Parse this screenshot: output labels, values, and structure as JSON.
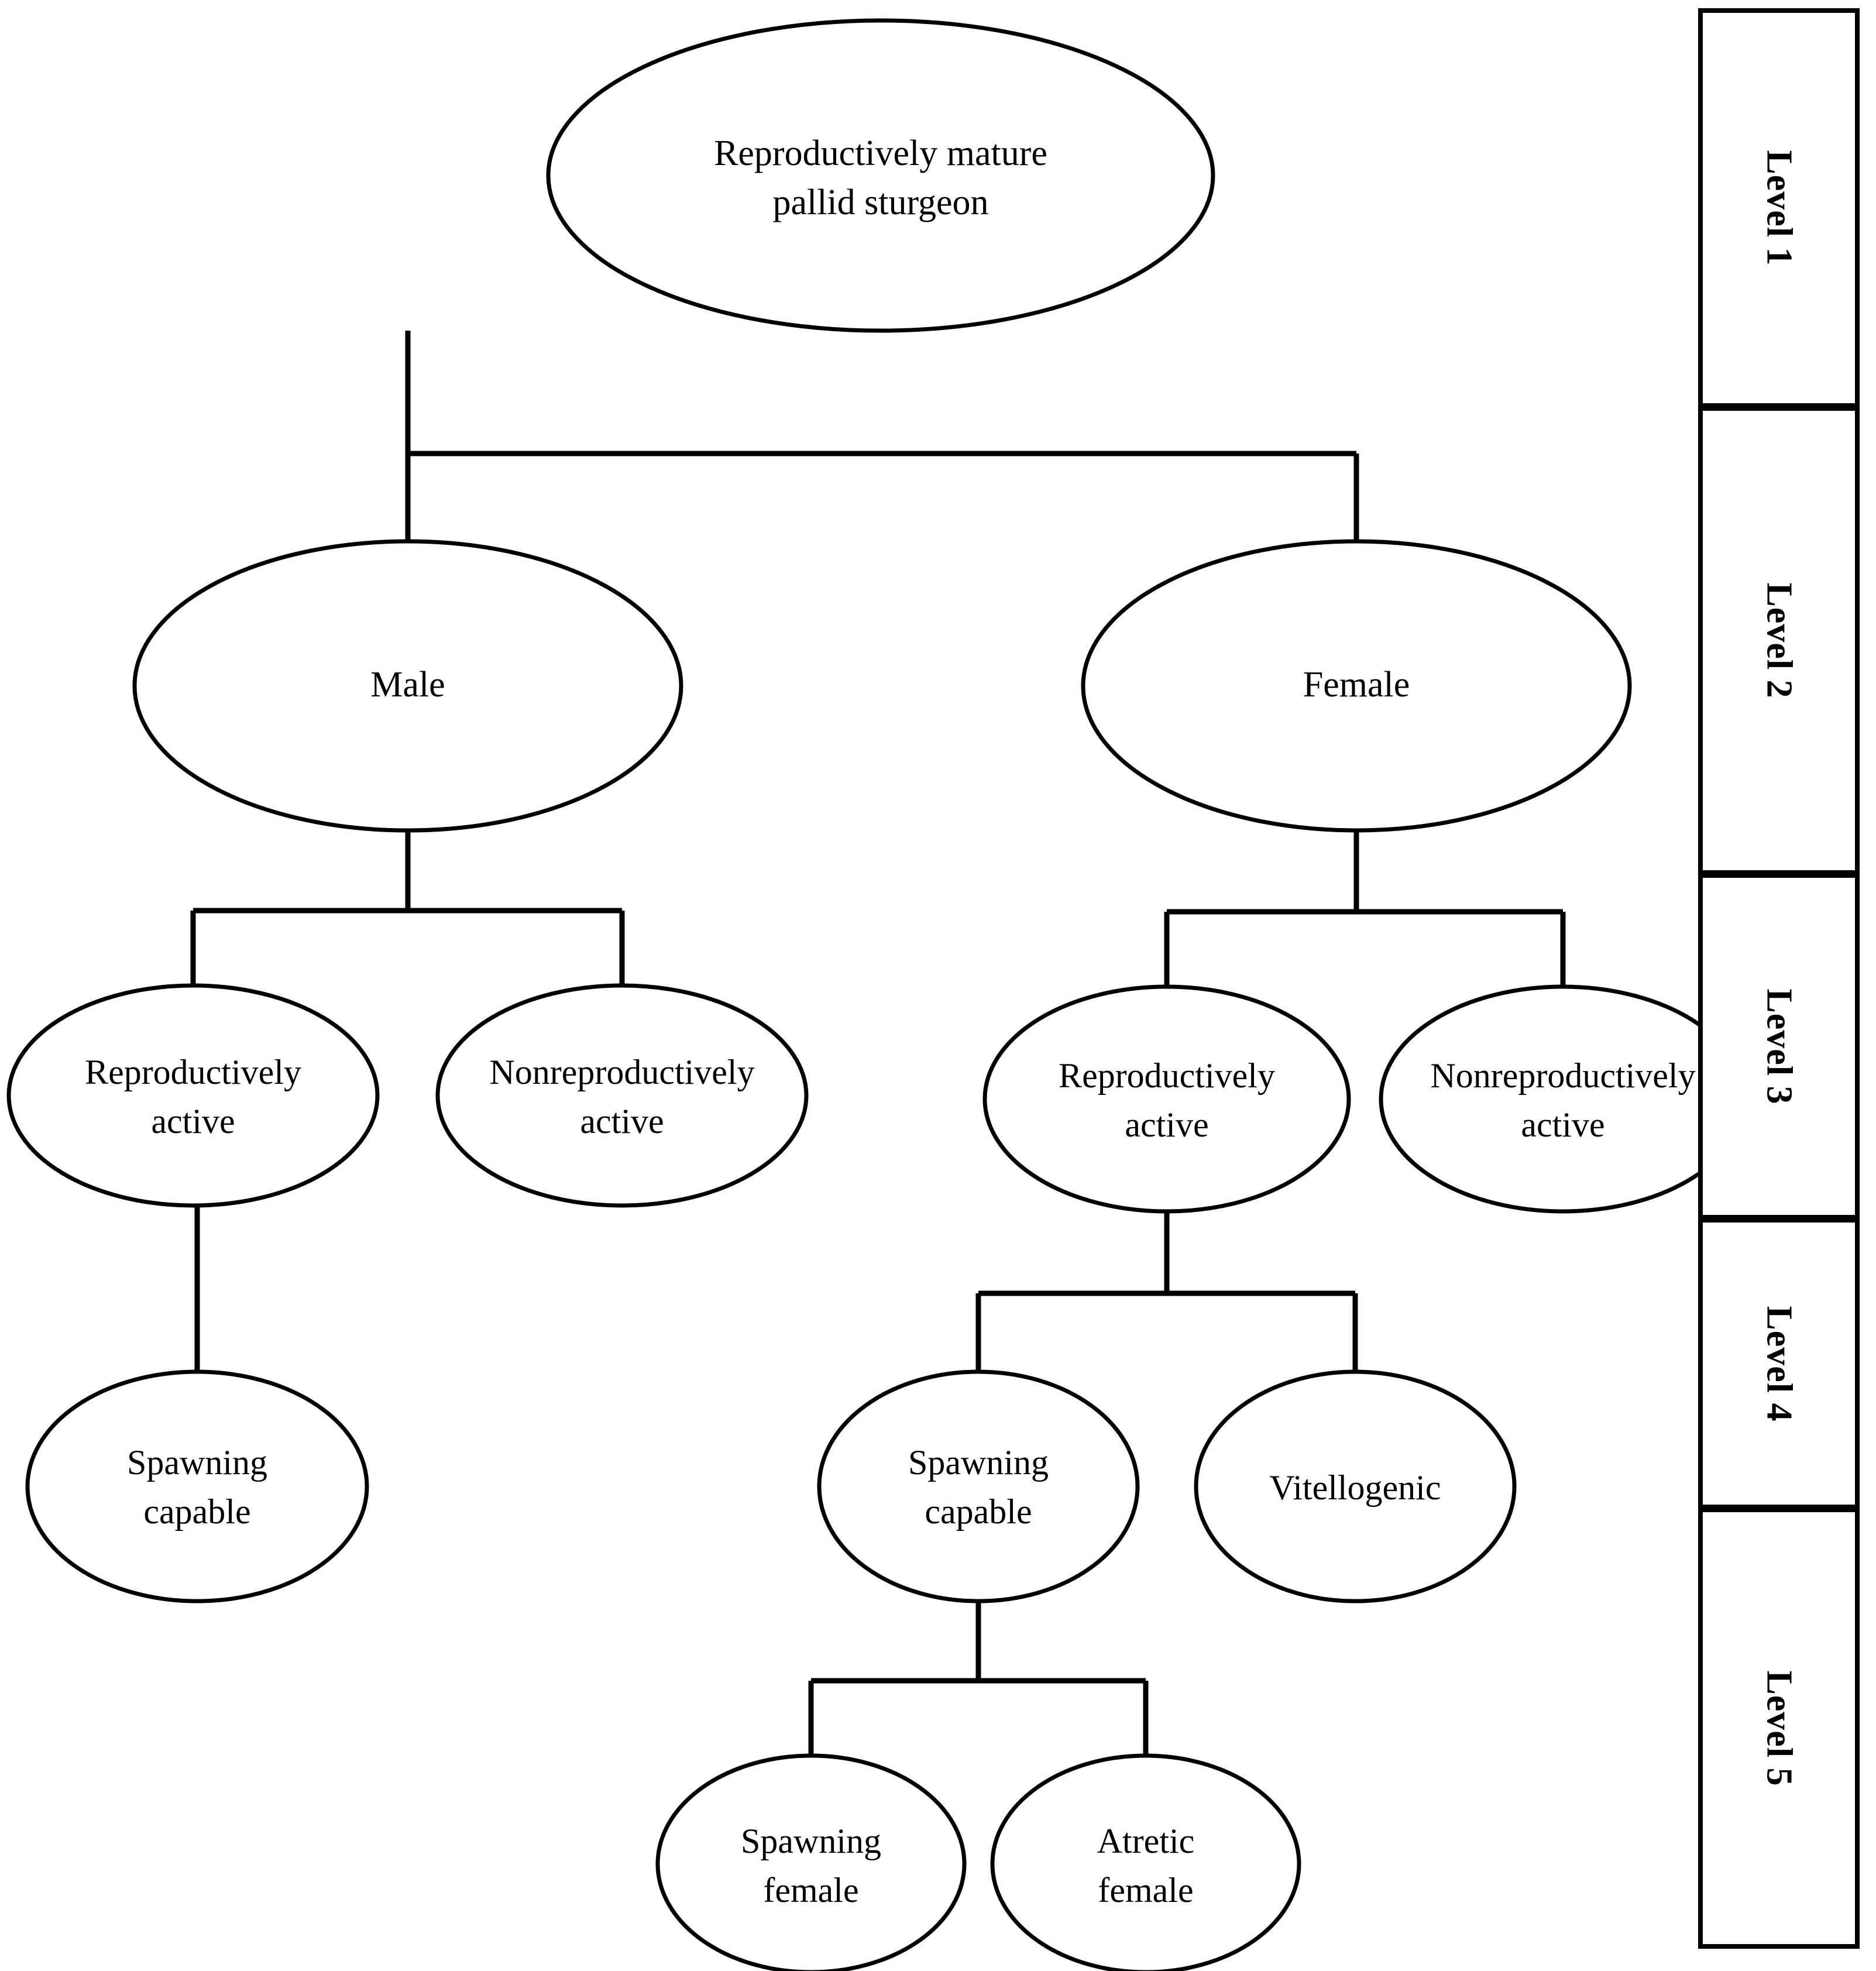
{
  "diagram": {
    "title": "Pallid sturgeon reproductive classification hierarchy",
    "type": "hierarchy-tree",
    "line_color": "#000000",
    "node_fill": "#ffffff",
    "background": "#ffffff",
    "nodes": {
      "root": "Reproductively mature pallid sturgeon",
      "root_line1": "Reproductively mature",
      "root_line2": "pallid sturgeon",
      "male": "Male",
      "female": "Female",
      "male_repro_line1": "Reproductively",
      "male_repro_line2": "active",
      "male_nonrepro_line1": "Nonreproductively",
      "male_nonrepro_line2": "active",
      "female_repro_line1": "Reproductively",
      "female_repro_line2": "active",
      "female_nonrepro_line1": "Nonreproductively",
      "female_nonrepro_line2": "active",
      "male_spawning_line1": "Spawning",
      "male_spawning_line2": "capable",
      "female_spawning_line1": "Spawning",
      "female_spawning_line2": "capable",
      "vitellogenic": "Vitellogenic",
      "spawning_female_line1": "Spawning",
      "spawning_female_line2": "female",
      "atretic_female_line1": "Atretic",
      "atretic_female_line2": "female"
    },
    "edges": [
      {
        "from": "root",
        "to": "male"
      },
      {
        "from": "root",
        "to": "female"
      },
      {
        "from": "male",
        "to": "male_reproductively_active"
      },
      {
        "from": "male",
        "to": "male_nonreproductively_active"
      },
      {
        "from": "female",
        "to": "female_reproductively_active"
      },
      {
        "from": "female",
        "to": "female_nonreproductively_active"
      },
      {
        "from": "male_reproductively_active",
        "to": "male_spawning_capable"
      },
      {
        "from": "female_reproductively_active",
        "to": "female_spawning_capable"
      },
      {
        "from": "female_reproductively_active",
        "to": "vitellogenic"
      },
      {
        "from": "female_spawning_capable",
        "to": "spawning_female"
      },
      {
        "from": "female_spawning_capable",
        "to": "atretic_female"
      }
    ]
  },
  "levels": {
    "items": [
      {
        "label": "Level 1"
      },
      {
        "label": "Level 2"
      },
      {
        "label": "Level 3"
      },
      {
        "label": "Level 4"
      },
      {
        "label": "Level 5"
      }
    ]
  }
}
